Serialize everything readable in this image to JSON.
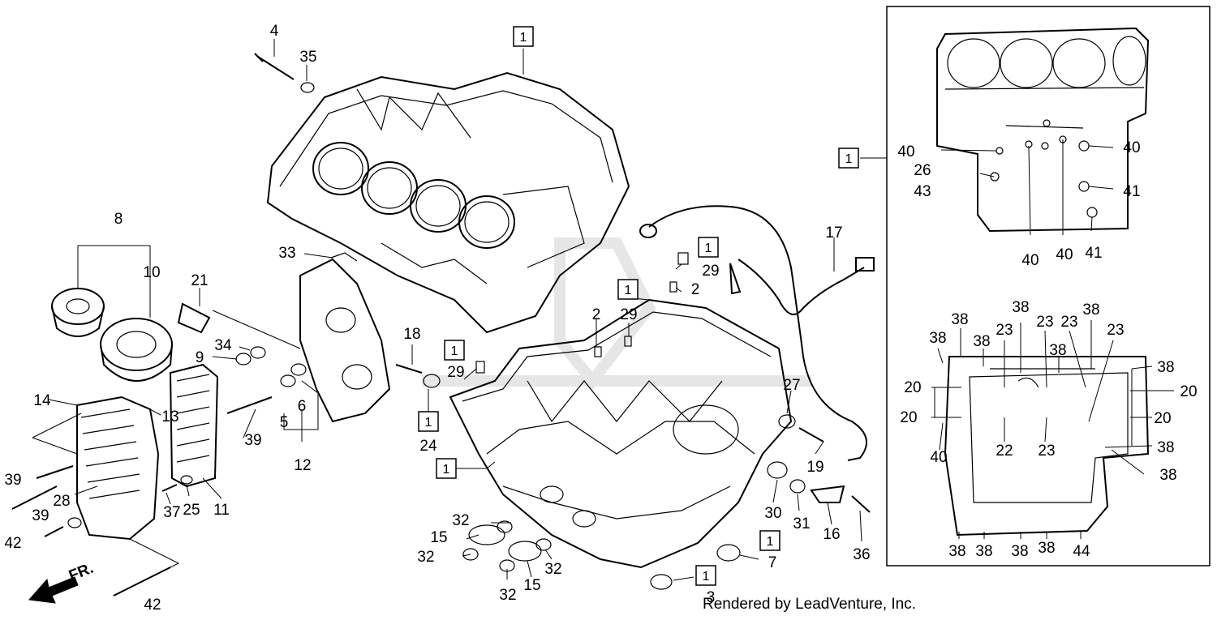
{
  "diagram": {
    "labels": [
      "1",
      "2",
      "3",
      "4",
      "5",
      "6",
      "7",
      "8",
      "9",
      "10",
      "11",
      "12",
      "13",
      "14",
      "15",
      "16",
      "17",
      "18",
      "19",
      "20",
      "21",
      "22",
      "23",
      "24",
      "25",
      "26",
      "27",
      "28",
      "29",
      "30",
      "31",
      "32",
      "33",
      "34",
      "35",
      "36",
      "37",
      "38",
      "39",
      "40",
      "41",
      "42",
      "43",
      "44"
    ],
    "direction_label": "FR."
  },
  "footer": {
    "credit": "Rendered by LeadVenture, Inc."
  }
}
